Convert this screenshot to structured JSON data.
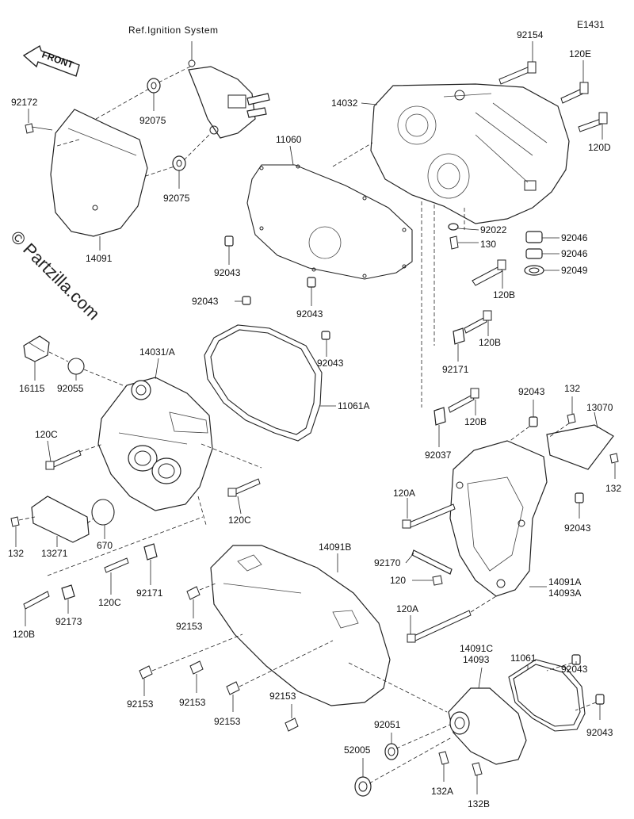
{
  "diagram_code": "E1431",
  "watermark": "© Partzilla.com",
  "ref_note": "Ref.Ignition System",
  "front_arrow": "FRONT",
  "labels": [
    {
      "id": "l1",
      "text": "92154"
    },
    {
      "id": "l2",
      "text": "120E"
    },
    {
      "id": "l3",
      "text": "14032"
    },
    {
      "id": "l4",
      "text": "120D"
    },
    {
      "id": "l5",
      "text": "92172"
    },
    {
      "id": "l6",
      "text": "92075"
    },
    {
      "id": "l7",
      "text": "92075"
    },
    {
      "id": "l8",
      "text": "11060"
    },
    {
      "id": "l9",
      "text": "14091"
    },
    {
      "id": "l10",
      "text": "92043"
    },
    {
      "id": "l11",
      "text": "92043"
    },
    {
      "id": "l12",
      "text": "92022"
    },
    {
      "id": "l13",
      "text": "130"
    },
    {
      "id": "l14",
      "text": "92046"
    },
    {
      "id": "l15",
      "text": "92046"
    },
    {
      "id": "l16",
      "text": "92049"
    },
    {
      "id": "l17",
      "text": "120B"
    },
    {
      "id": "l18",
      "text": "92043"
    },
    {
      "id": "l19",
      "text": "120B"
    },
    {
      "id": "l20",
      "text": "14031/A"
    },
    {
      "id": "l21",
      "text": "92043"
    },
    {
      "id": "l22",
      "text": "92171"
    },
    {
      "id": "l23",
      "text": "16115"
    },
    {
      "id": "l24",
      "text": "92055"
    },
    {
      "id": "l25",
      "text": "11061A"
    },
    {
      "id": "l26",
      "text": "120B"
    },
    {
      "id": "l27",
      "text": "92043"
    },
    {
      "id": "l28",
      "text": "132"
    },
    {
      "id": "l29",
      "text": "13070"
    },
    {
      "id": "l30",
      "text": "120C"
    },
    {
      "id": "l31",
      "text": "92037"
    },
    {
      "id": "l32",
      "text": "132"
    },
    {
      "id": "l33",
      "text": "120A"
    },
    {
      "id": "l34",
      "text": "120C"
    },
    {
      "id": "l35",
      "text": "92043"
    },
    {
      "id": "l36",
      "text": "132"
    },
    {
      "id": "l37",
      "text": "13271"
    },
    {
      "id": "l38",
      "text": "670"
    },
    {
      "id": "l39",
      "text": "14091B"
    },
    {
      "id": "l40",
      "text": "92170"
    },
    {
      "id": "l41",
      "text": "120"
    },
    {
      "id": "l42",
      "text": "14091A"
    },
    {
      "id": "l43",
      "text": "14093A"
    },
    {
      "id": "l44",
      "text": "120C"
    },
    {
      "id": "l45",
      "text": "92171"
    },
    {
      "id": "l46",
      "text": "120B"
    },
    {
      "id": "l47",
      "text": "92173"
    },
    {
      "id": "l48",
      "text": "92153"
    },
    {
      "id": "l49",
      "text": "120A"
    },
    {
      "id": "l50",
      "text": "11061"
    },
    {
      "id": "l51",
      "text": "14091C"
    },
    {
      "id": "l52",
      "text": "14093"
    },
    {
      "id": "l53",
      "text": "92043"
    },
    {
      "id": "l54",
      "text": "92153"
    },
    {
      "id": "l55",
      "text": "92153"
    },
    {
      "id": "l56",
      "text": "92153"
    },
    {
      "id": "l57",
      "text": "92153"
    },
    {
      "id": "l58",
      "text": "92051"
    },
    {
      "id": "l59",
      "text": "92043"
    },
    {
      "id": "l60",
      "text": "52005"
    },
    {
      "id": "l61",
      "text": "132A"
    },
    {
      "id": "l62",
      "text": "132B"
    }
  ]
}
